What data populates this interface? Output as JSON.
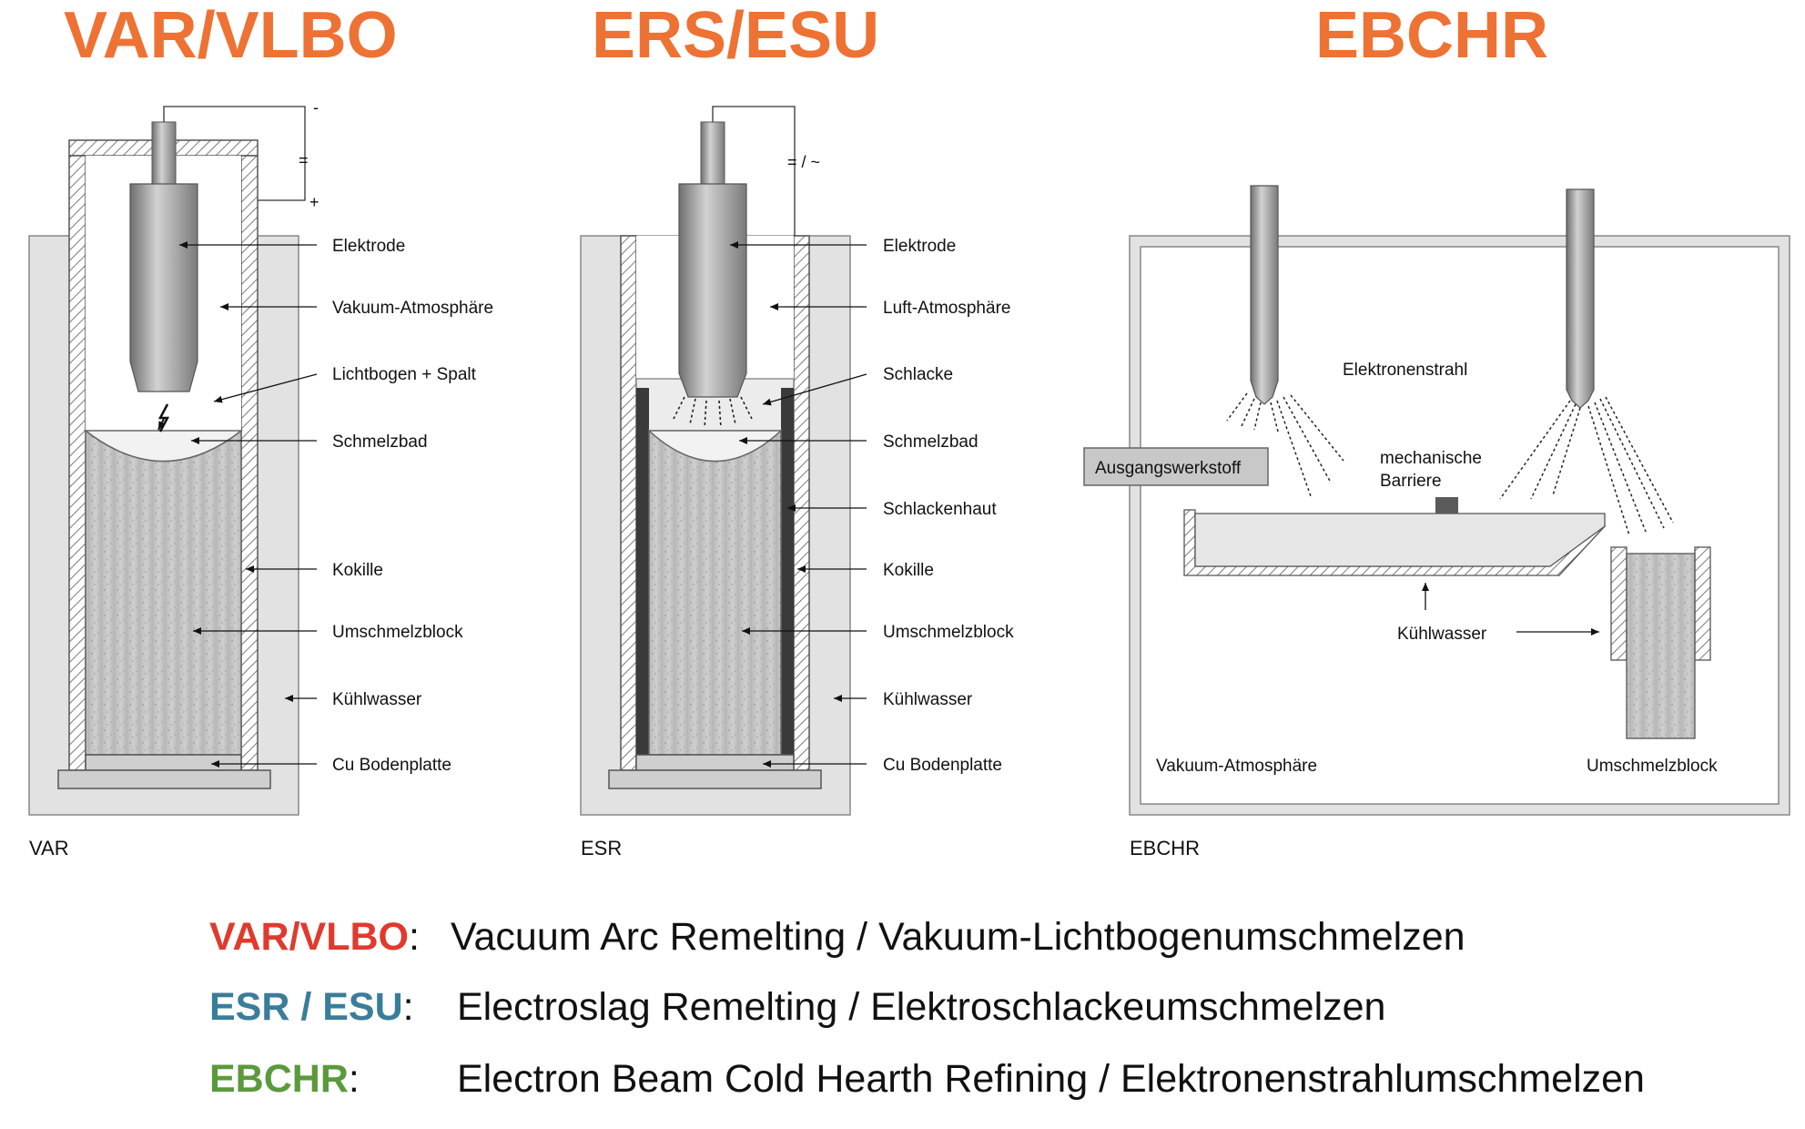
{
  "titles": {
    "var": "VAR/VLBO",
    "esr": "ERS/ESU",
    "ebchr": "EBCHR"
  },
  "colors": {
    "title": "#ED7233",
    "var": "#E03A2E",
    "esr": "#3A7D9A",
    "ebchr": "#5A9A3C"
  },
  "var_panel": {
    "caption": "VAR",
    "polarity_minus": "-",
    "polarity_eq": "=",
    "polarity_plus": "+",
    "labels": [
      "Elektrode",
      "Vakuum-Atmosphäre",
      "Lichtbogen + Spalt",
      "Schmelzbad",
      "Kokille",
      "Umschmelzblock",
      "Kühlwasser",
      "Cu Bodenplatte"
    ]
  },
  "esr_panel": {
    "caption": "ESR",
    "current": "= / ~",
    "labels": [
      "Elektrode",
      "Luft-Atmosphäre",
      "Schlacke",
      "Schmelzbad",
      "Schlackenhaut",
      "Kokille",
      "Umschmelzblock",
      "Kühlwasser",
      "Cu Bodenplatte"
    ]
  },
  "ebchr_panel": {
    "caption": "EBCHR",
    "beam": "Elektronenstrahl",
    "feed": "Ausgangswerkstoff",
    "barrier_1": "mechanische",
    "barrier_2": "Barriere",
    "cooling": "Kühlwasser",
    "atmosphere": "Vakuum-Atmosphäre",
    "ingot": "Umschmelzblock"
  },
  "legend": [
    {
      "abbr": "VAR/VLBO",
      "colon": ":",
      "desc": "Vacuum Arc Remelting / Vakuum-Lichtbogenumschmelzen"
    },
    {
      "abbr": "ESR / ESU",
      "colon": ":",
      "desc": "Electroslag Remelting / Elektroschlackeumschmelzen"
    },
    {
      "abbr": "EBCHR",
      "colon": ":",
      "desc": "Electron Beam Cold Hearth Refining / Elektronenstrahlumschmelzen"
    }
  ]
}
